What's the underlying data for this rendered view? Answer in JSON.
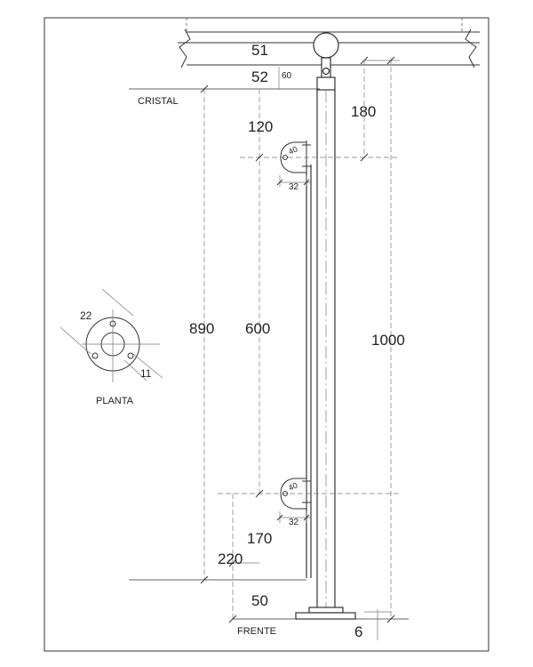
{
  "colors": {
    "line": "#333333",
    "dash": "#777777",
    "text": "#222222",
    "background": "#ffffff"
  },
  "labels": {
    "cristal": "CRISTAL",
    "planta": "PLANTA",
    "frente": "FRENTE"
  },
  "dimensions": {
    "d51": "51",
    "d52": "52",
    "d60": "60",
    "d180": "180",
    "d120": "120",
    "d890": "890",
    "d600": "600",
    "d1000": "1000",
    "d170": "170",
    "d220": "220",
    "d50": "50",
    "d6": "6",
    "d32_top": "32",
    "d32_bottom": "32",
    "d40_top": "40",
    "d40_bottom": "40",
    "d22": "22",
    "d11": "11"
  }
}
